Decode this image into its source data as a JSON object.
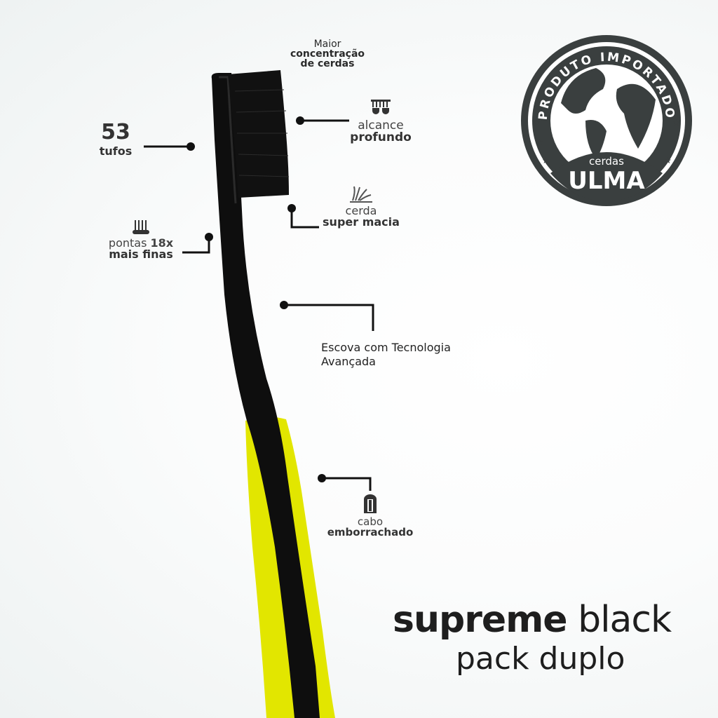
{
  "features": {
    "concentration": {
      "line1": "Maior",
      "line2": "concentração",
      "line3": "de cerdas"
    },
    "tufts": {
      "number": "53",
      "label": "tufos"
    },
    "reach": {
      "line1": "alcance",
      "line2": "profundo",
      "icon": "bristle-reach-icon"
    },
    "soft": {
      "line1": "cerda",
      "line2": "super macia",
      "icon": "soft-bristle-icon"
    },
    "tips": {
      "line1a": "pontas",
      "line1b": "18x",
      "line2": "mais finas",
      "icon": "fine-tips-icon"
    },
    "technology": {
      "line1": "Escova com Tecnologia",
      "line2": "Avançada"
    },
    "handle": {
      "line1": "cabo",
      "line2": "emborrachado",
      "icon": "rubber-handle-icon"
    }
  },
  "badge": {
    "arc_text": "PRODUTO IMPORTADO",
    "small": "cerdas",
    "brand": "ULMA"
  },
  "product": {
    "name_bold": "supreme",
    "name_light": "black",
    "subtitle": "pack duplo"
  },
  "colors": {
    "dark": "#3a3f3f",
    "yellow": "#e6e600",
    "black": "#0d0d0d"
  }
}
